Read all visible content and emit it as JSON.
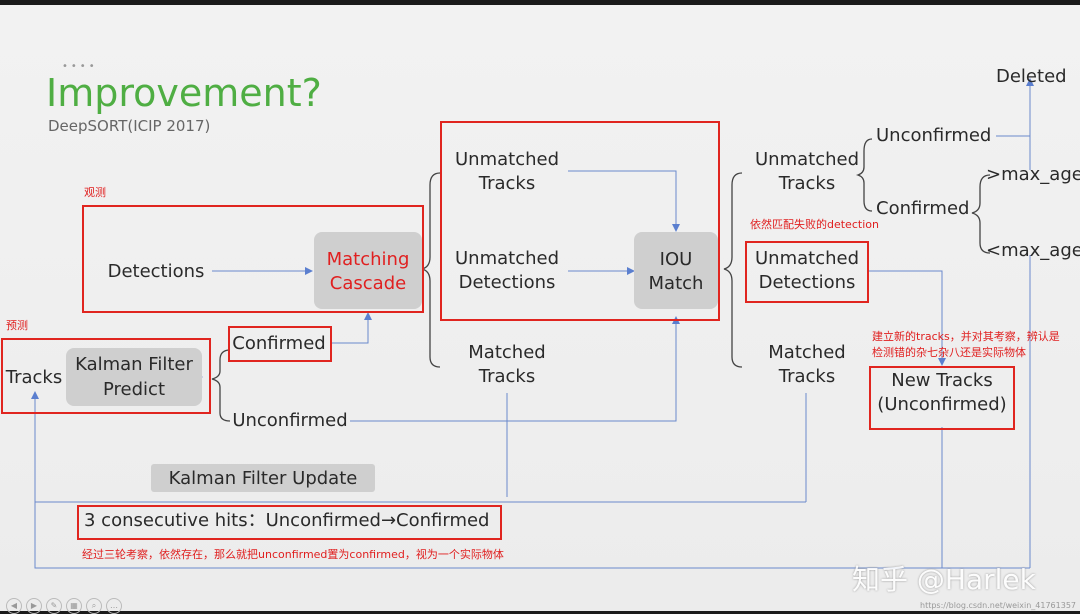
{
  "slide": {
    "dots": "••••",
    "title": "Improvement?",
    "subtitle": "DeepSORT(ICIP 2017)"
  },
  "nodes": {
    "detections": "Detections",
    "matching_cascade": "Matching Cascade",
    "tracks": "Tracks",
    "kalman_predict_1": "Kalman Filter",
    "kalman_predict_2": "Predict",
    "confirmed_left": "Confirmed",
    "unconfirmed_left": "Unconfirmed",
    "unmatched_tracks_mid": "Unmatched Tracks",
    "unmatched_detections_mid": "Unmatched Detections",
    "matched_tracks_mid": "Matched Tracks",
    "iou_match": "IOU Match",
    "unmatched_tracks_right": "Unmatched Tracks",
    "unmatched_detections_right": "Unmatched Detections",
    "matched_tracks_right": "Matched Tracks",
    "unconfirmed_right": "Unconfirmed",
    "confirmed_right": "Confirmed",
    "max_age_gt": ">max_age",
    "max_age_lt": "<max_age",
    "deleted": "Deleted",
    "new_tracks_1": "New Tracks",
    "new_tracks_2": "(Unconfirmed)",
    "kalman_update": "Kalman Filter Update",
    "consecutive_hits": "3 consecutive hits：Unconfirmed→Confirmed"
  },
  "annotations": {
    "observe": "观测",
    "predict": "预测",
    "failed_detection": "依然匹配失败的detection",
    "new_tracks_note_1": "建立新的tracks，并对其考察，辨认是",
    "new_tracks_note_2": "检测错的杂七杂八还是实际物体",
    "bottom_note": "经过三轮考察，依然存在，那么就把unconfirmed置为confirmed，视为一个实际物体"
  },
  "watermark": {
    "main": "知乎 @Harlek",
    "url": "https://blog.csdn.net/weixin_41761357"
  },
  "colors": {
    "title_green": "#4fae43",
    "arrow_blue": "#5b7fcf",
    "annotation_red": "#e02020"
  }
}
